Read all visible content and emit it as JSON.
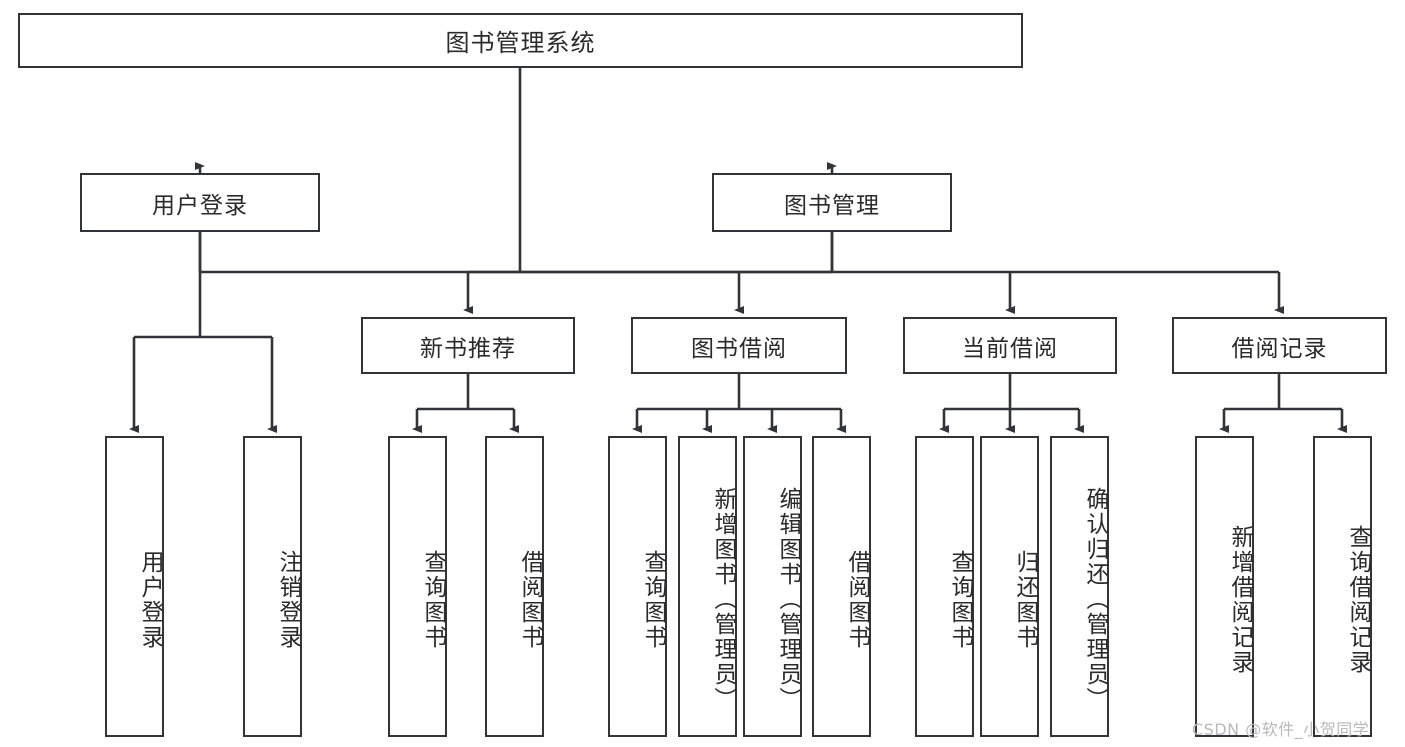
{
  "diagram": {
    "type": "tree-hierarchy",
    "title": "图书管理系统",
    "watermark": "CSDN @软件_小贺同学",
    "colors": {
      "stroke": "#33343a",
      "fill": "#ffffff",
      "text": "#2b2b2b",
      "watermark": "#b9b9b9"
    },
    "root": {
      "label": "图书管理系统"
    },
    "level2": {
      "user_login": "用户登录",
      "book_mgmt": "图书管理"
    },
    "level3": {
      "new_rec": "新书推荐",
      "borrow": "图书借阅",
      "current": "当前借阅",
      "record": "借阅记录"
    },
    "leaves": {
      "user_login": [
        "用户登录",
        "注销登录"
      ],
      "new_rec": [
        "查询图书",
        "借阅图书"
      ],
      "borrow": [
        "查询图书",
        "新增图书（管理员）",
        "编辑图书（管理员）",
        "借阅图书"
      ],
      "current": [
        "查询图书",
        "归还图书",
        "确认归还（管理员）"
      ],
      "record": [
        "新增借阅记录",
        "查询借阅记录"
      ]
    }
  }
}
